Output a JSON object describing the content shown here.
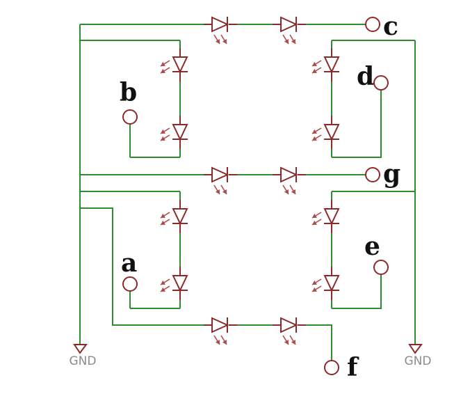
{
  "diagram": {
    "pin_labels": {
      "a": "a",
      "b": "b",
      "c": "c",
      "d": "d",
      "e": "e",
      "f": "f",
      "g": "g"
    },
    "ground_labels": {
      "left": "GND",
      "right": "GND"
    },
    "colors": {
      "wire": "#2e8b2e",
      "component": "#8b2a2a",
      "emission_arrow": "#b04a4a",
      "label": "#111111",
      "ground_label": "#8c8c8c"
    },
    "component_type": "led",
    "led_count": 14
  }
}
